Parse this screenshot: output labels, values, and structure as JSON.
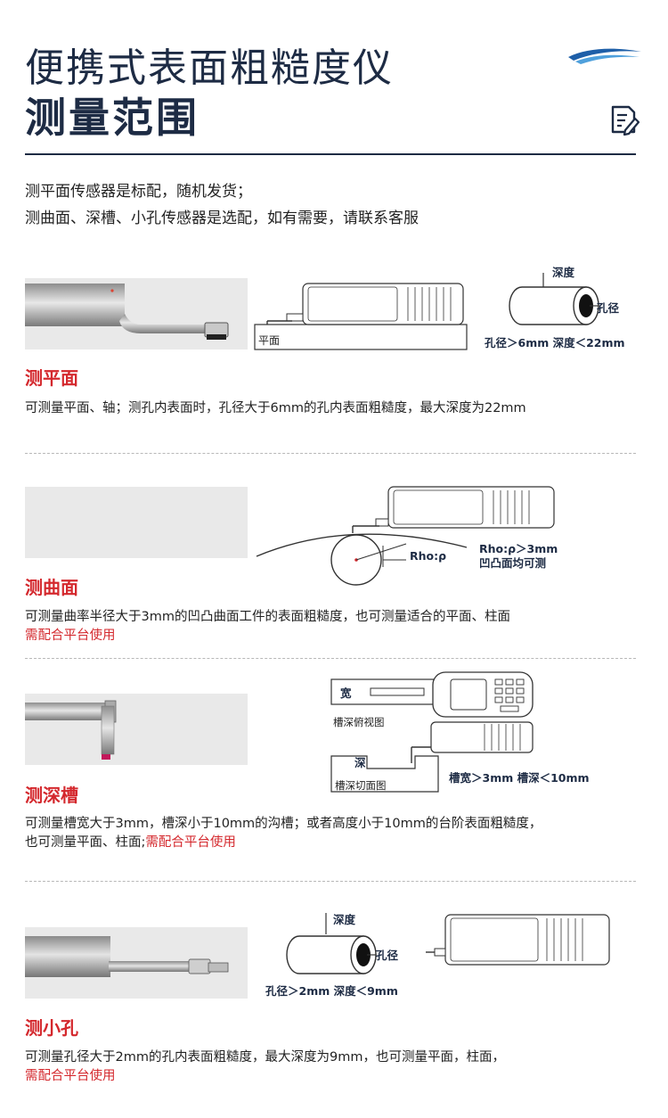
{
  "header": {
    "title": "便携式表面粗糙度仪",
    "subtitle": "测量范围"
  },
  "intro": {
    "line1": "测平面传感器是标配，随机发货；",
    "line2": "测曲面、深槽、小孔传感器是选配，如有需要，请联系客服"
  },
  "sections": [
    {
      "title": "测平面",
      "desc_line1": "可测量平面、轴；测孔内表面时，孔径大于6mm的孔内表面粗糙度，最大深度为22mm",
      "labels": {
        "platform": "平面",
        "depth": "深度",
        "bore": "孔径",
        "spec": "孔径＞6mm 深度＜22mm"
      }
    },
    {
      "title": "测曲面",
      "desc_line1": "可测量曲率半径大于3mm的凹凸曲面工件的表面粗糙度，也可测量适合的平面、柱面",
      "desc_red": "需配合平台使用",
      "labels": {
        "rho": "Rho:ρ",
        "spec1": "Rho:ρ＞3mm",
        "spec2": "凹凸面均可测"
      }
    },
    {
      "title": "测深槽",
      "desc_line1": "可测量槽宽大于3mm，槽深小于10mm的沟槽；或者高度小于10mm的台阶表面粗糙度，",
      "desc_line2": "也可测量平面、柱面;",
      "desc_red": "需配合平台使用",
      "labels": {
        "width": "宽",
        "top_view": "槽深俯视图",
        "deep": "深",
        "section_view": "槽深切面图",
        "spec": "槽宽＞3mm 槽深＜10mm"
      }
    },
    {
      "title": "测小孔",
      "desc_line1": "可测量孔径大于2mm的孔内表面粗糙度，最大深度为9mm，也可测量平面，柱面，",
      "desc_red": "需配合平台使用",
      "labels": {
        "depth": "深度",
        "bore": "孔径",
        "spec": "孔径＞2mm 深度＜9mm"
      }
    }
  ],
  "icons": {
    "logo": "wave-logo-icon",
    "doc": "document-pen-icon"
  },
  "colors": {
    "navy": "#1d2b44",
    "accent_red": "#d4282d",
    "logo_blue": "#1e5fa8"
  }
}
